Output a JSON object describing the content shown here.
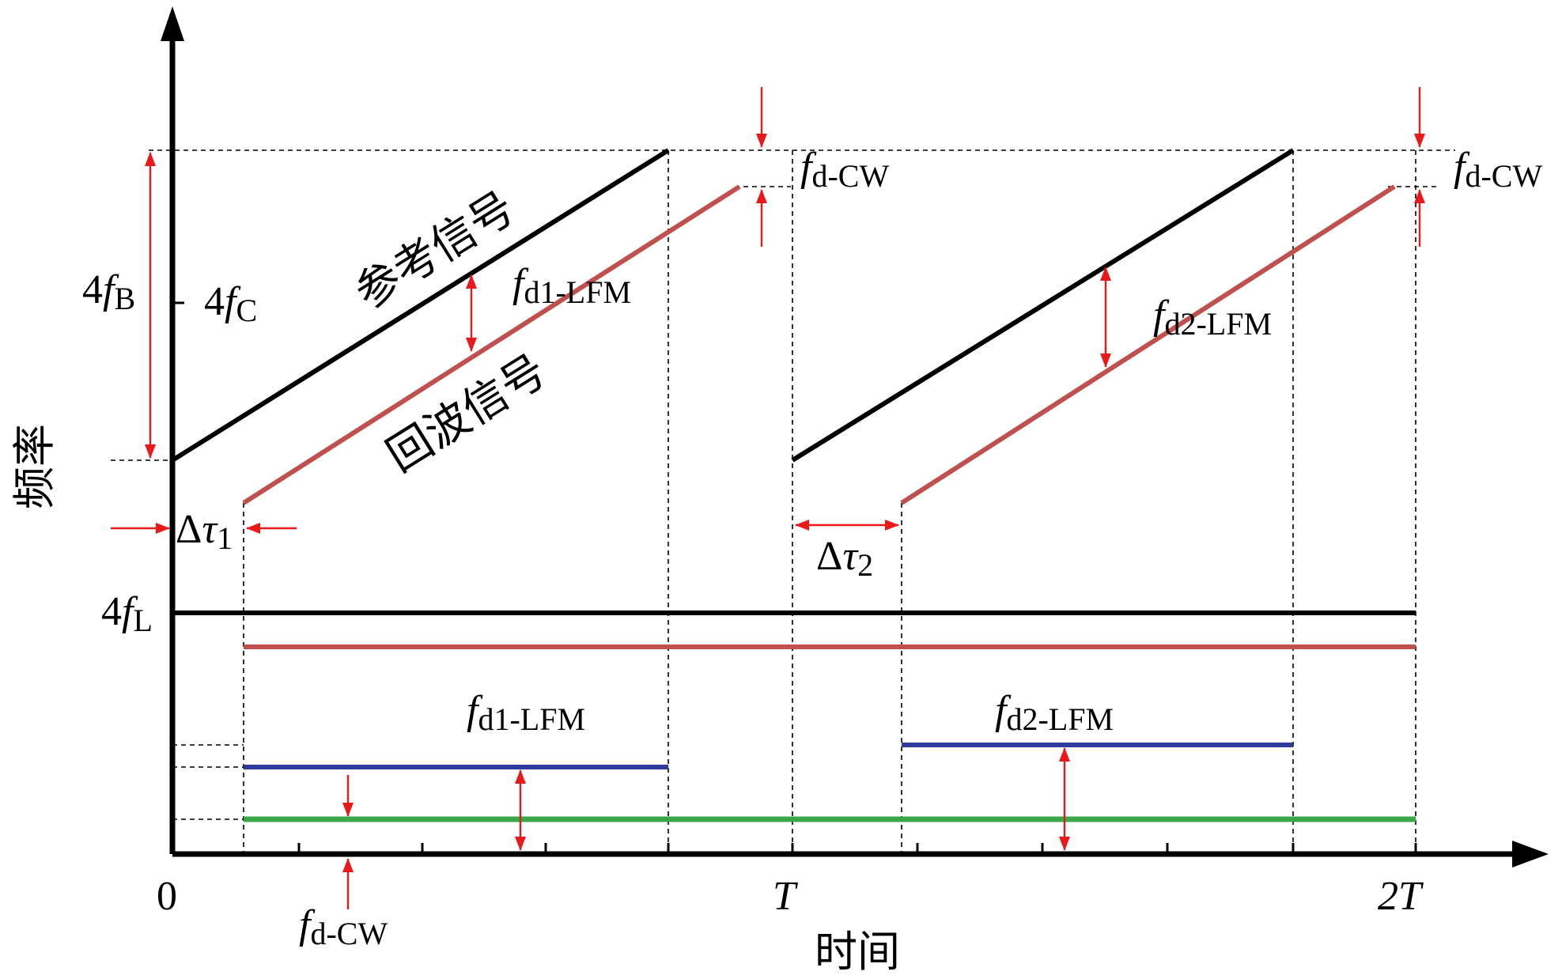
{
  "colors": {
    "axis": "#000000",
    "reference": "#000000",
    "echo": "#c0504d",
    "beat_lfm": "#2e3a9e",
    "beat_cw": "#3aa84a",
    "annotation": "#e8191a",
    "guide": "#000000"
  },
  "axes": {
    "y_title": "频率",
    "x_title": "时间",
    "origin": "0",
    "tick_T": "T",
    "tick_2T": "2T"
  },
  "signals": {
    "reference": "参考信号",
    "echo": "回波信号"
  },
  "labels": {
    "four_fB": {
      "coef": "4",
      "f": "f",
      "sub": "B"
    },
    "four_fC": {
      "coef": "4",
      "f": "f",
      "sub": "C"
    },
    "four_fL": {
      "coef": "4",
      "f": "f",
      "sub": "L"
    },
    "fd_cw_1": {
      "f": "f",
      "sub": "d-CW"
    },
    "fd_cw_2": {
      "f": "f",
      "sub": "d-CW"
    },
    "fd_cw_bottom": {
      "f": "f",
      "sub": "d-CW"
    },
    "fd1_lfm_top": {
      "f": "f",
      "sub": "d1-LFM"
    },
    "fd2_lfm_top": {
      "f": "f",
      "sub": "d2-LFM"
    },
    "fd1_lfm_bottom": {
      "f": "f",
      "sub": "d1-LFM"
    },
    "fd2_lfm_bottom": {
      "f": "f",
      "sub": "d2-LFM"
    },
    "dtau1": {
      "delta": "Δ",
      "tau": "τ",
      "sub": "1"
    },
    "dtau2": {
      "delta": "Δ",
      "tau": "τ",
      "sub": "2"
    }
  }
}
